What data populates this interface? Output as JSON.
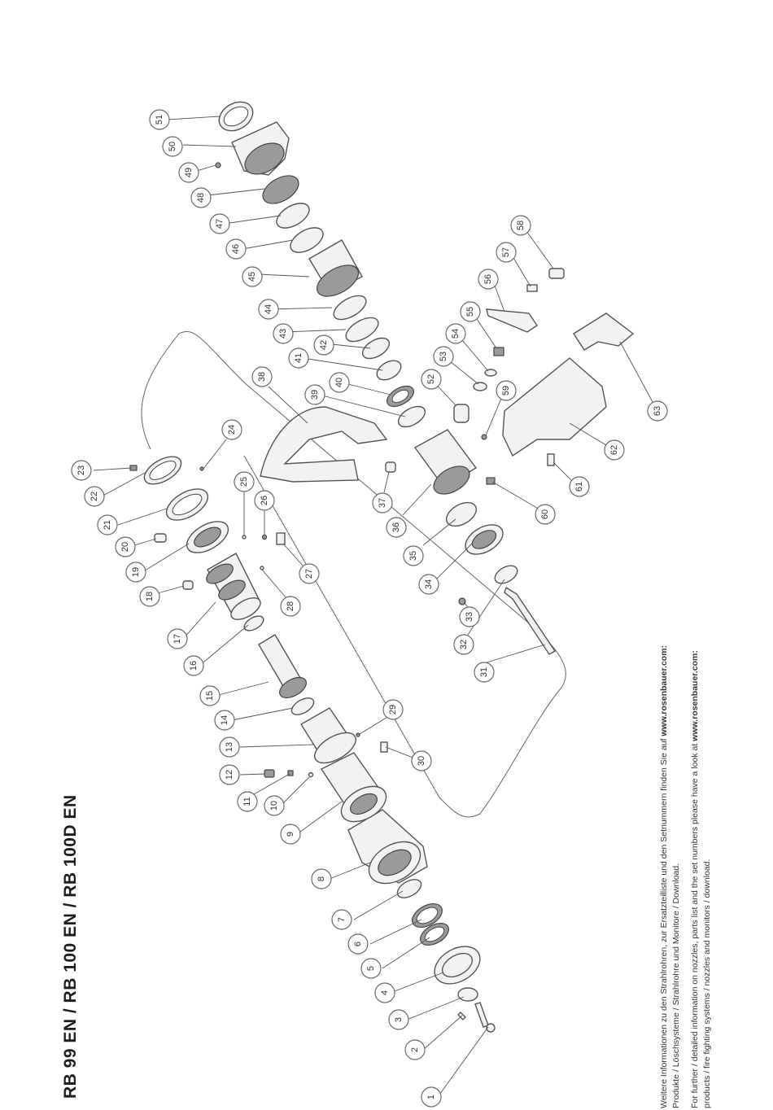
{
  "title": "RB 99 EN / RB 100 EN / RB 100D EN",
  "notes": {
    "de_line1_prefix": "Weitere Informationen zu den Strahlrohren, zur Ersatzteilliste und den Setnummern finden Sie auf ",
    "de_line1_link": "www.rosenbauer.com:",
    "de_line2": "Produkte / Löschsysteme / Strahlrohre und Monitore / Download.",
    "en_line1_prefix": "For further / detailed information on nozzles, parts list and the set numbers please have a look at ",
    "en_line1_link": "www.rosenbauer.com:",
    "en_line2": "products / fire fighting systems / nozzles and monitors / download."
  },
  "callouts": [
    "1",
    "2",
    "3",
    "4",
    "5",
    "6",
    "7",
    "8",
    "9",
    "10",
    "11",
    "12",
    "13",
    "14",
    "15",
    "16",
    "17",
    "18",
    "19",
    "20",
    "21",
    "22",
    "23",
    "24",
    "25",
    "26",
    "27",
    "28",
    "29",
    "30",
    "31",
    "32",
    "33",
    "34",
    "35",
    "36",
    "37",
    "38",
    "39",
    "40",
    "41",
    "42",
    "43",
    "44",
    "45",
    "46",
    "47",
    "48",
    "49",
    "50",
    "51",
    "52",
    "53",
    "54",
    "55",
    "56",
    "57",
    "58",
    "59",
    "60",
    "61",
    "62",
    "63"
  ]
}
